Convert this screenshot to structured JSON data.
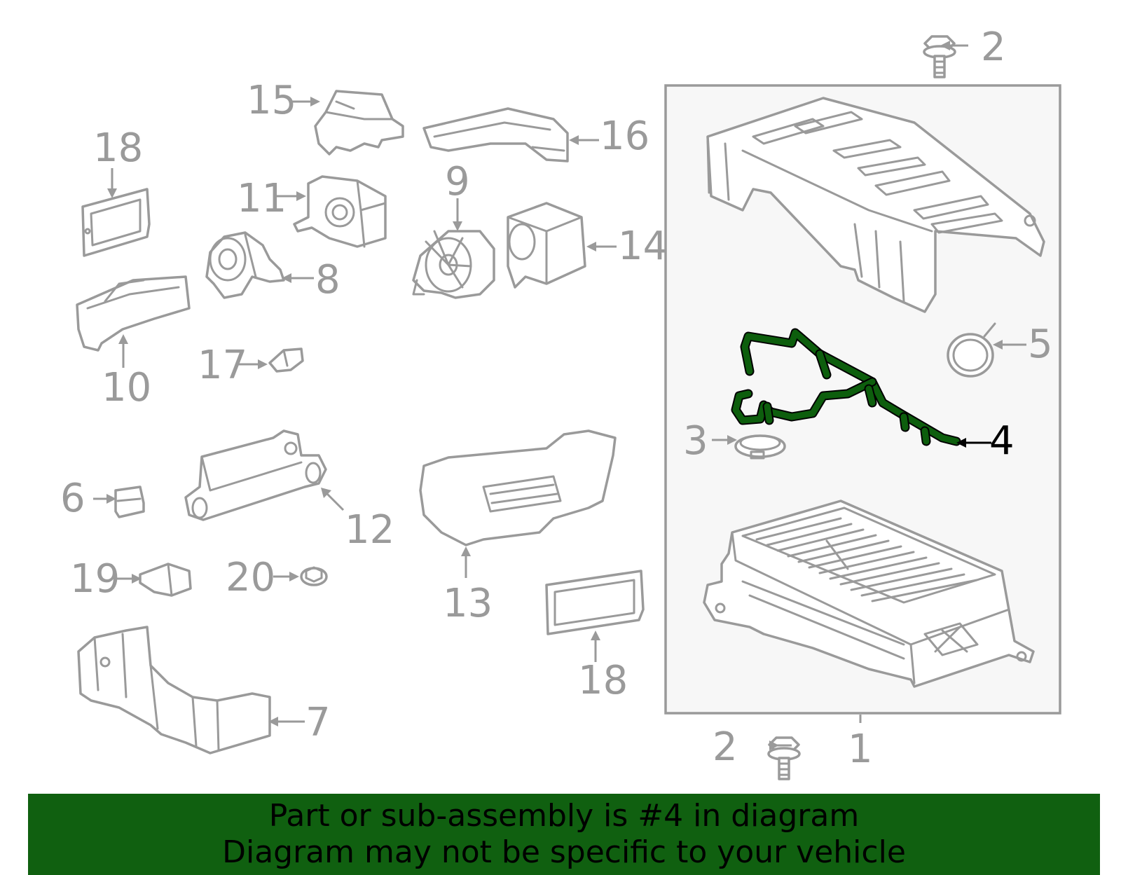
{
  "callouts": {
    "c1": "1",
    "c2a": "2",
    "c2b": "2",
    "c3": "3",
    "c4": "4",
    "c5": "5",
    "c6": "6",
    "c7": "7",
    "c8": "8",
    "c9": "9",
    "c10": "10",
    "c11": "11",
    "c12": "12",
    "c13": "13",
    "c14": "14",
    "c15": "15",
    "c16": "16",
    "c17": "17",
    "c18a": "18",
    "c18b": "18",
    "c19": "19",
    "c20": "20"
  },
  "highlight": {
    "part_number": "4",
    "color": "#0d5e0d"
  },
  "colors": {
    "line": "#9a9a9a",
    "banner_bg": "#106010",
    "box_fill": "#f7f7f7"
  },
  "banner": {
    "line1": "Part or sub-assembly is #4 in diagram",
    "line2": "Diagram may not be specific to your vehicle"
  }
}
